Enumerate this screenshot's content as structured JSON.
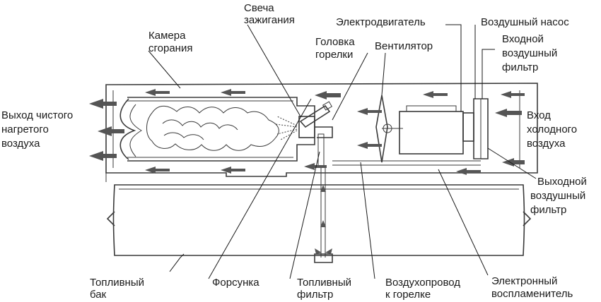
{
  "labels": {
    "spark_plug": [
      "Свеча",
      "зажигания"
    ],
    "combustion_chamber": [
      "Камера",
      "сгорания"
    ],
    "electric_motor": "Электродвигатель",
    "air_pump": "Воздушный насос",
    "burner_head": [
      "Головка",
      "горелки"
    ],
    "fan": "Вентилятор",
    "inlet_filter": [
      "Входной",
      "воздушный",
      "фильтр"
    ],
    "clean_air_outlet": [
      "Выход чистого",
      "нагретого",
      "воздуха"
    ],
    "cold_air_inlet": [
      "Вход",
      "холодного",
      "воздуха"
    ],
    "outlet_filter": [
      "Выходной",
      "воздушный",
      "фильтр"
    ],
    "fuel_tank": [
      "Топливный",
      "бак"
    ],
    "nozzle": "Форсунка",
    "fuel_filter": [
      "Топливный",
      "фильтр"
    ],
    "air_duct": [
      "Воздухопровод",
      "к горелке"
    ],
    "electronic_igniter": [
      "Электронный",
      "воспламенитель"
    ]
  },
  "colors": {
    "line": "#3a3a3a",
    "arrow": "#555555",
    "text": "#1a1a1a"
  }
}
